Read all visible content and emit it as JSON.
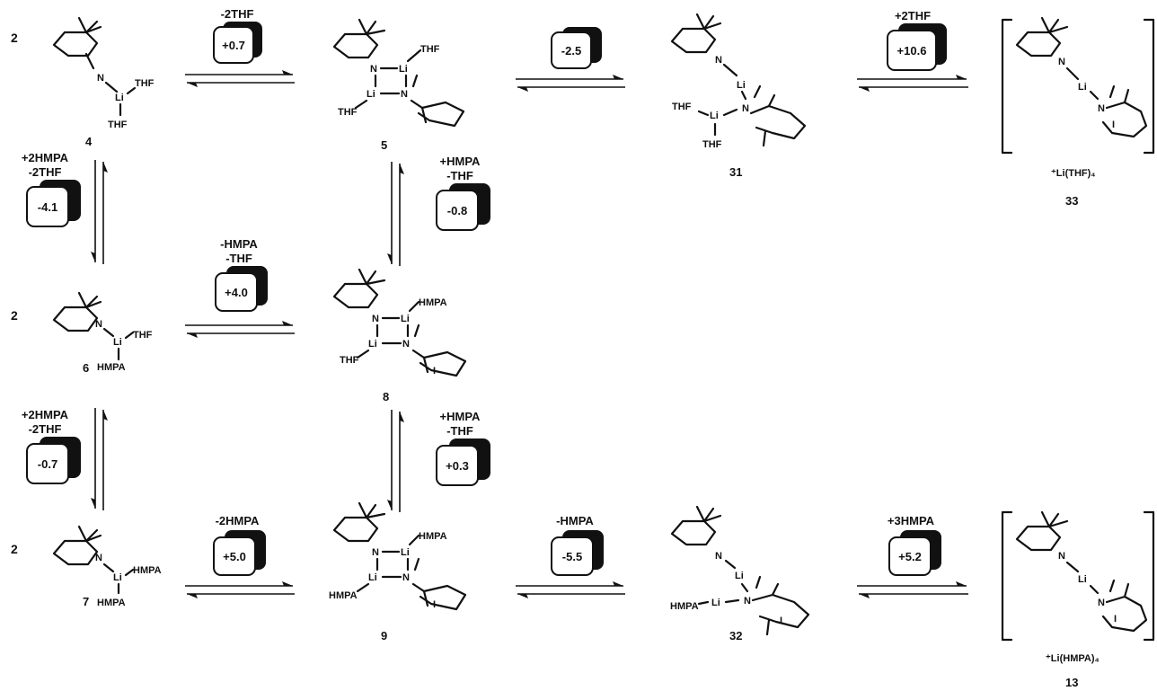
{
  "colors": {
    "ink": "#111111",
    "background": "#ffffff"
  },
  "compounds": {
    "c4": {
      "number": "4",
      "coef": "2",
      "ligand_top": "THF",
      "ligand_bottom": "THF"
    },
    "c5": {
      "number": "5",
      "ligand_top": "THF",
      "ligand_bottom": "THF"
    },
    "c31": {
      "number": "31",
      "ligand_a": "THF",
      "ligand_b": "THF"
    },
    "c33": {
      "number": "33",
      "counterion": "⁺Li(THF)₄"
    },
    "c6": {
      "number": "6",
      "coef": "2",
      "ligand_top": "THF",
      "ligand_bottom": "HMPA"
    },
    "c8": {
      "number": "8",
      "ligand_top": "HMPA",
      "ligand_bottom": "THF"
    },
    "c7": {
      "number": "7",
      "coef": "2",
      "ligand_top": "HMPA",
      "ligand_bottom": "HMPA"
    },
    "c9": {
      "number": "9",
      "ligand_top": "HMPA",
      "ligand_bottom": "HMPA"
    },
    "c32": {
      "number": "32",
      "ligand_a": "HMPA"
    },
    "c13": {
      "number": "13",
      "counterion": "⁺Li(HMPA)₄"
    }
  },
  "atoms": {
    "N": "N",
    "Li": "Li",
    "I": "I"
  },
  "equilibria": {
    "e4_5": {
      "top": "-2THF",
      "bottom": "",
      "value": "+0.7"
    },
    "e5_31": {
      "top": "",
      "bottom": "",
      "value": "-2.5"
    },
    "e31_33": {
      "top": "+2THF",
      "bottom": "",
      "value": "+10.6"
    },
    "e4_6": {
      "top": "+2HMPA",
      "bottom": "-2THF",
      "value": "-4.1"
    },
    "e5_8": {
      "top": "+HMPA",
      "bottom": "-THF",
      "value": "-0.8"
    },
    "e6_8": {
      "top": "-HMPA",
      "bottom": "-THF",
      "value": "+4.0"
    },
    "e6_7": {
      "top": "+2HMPA",
      "bottom": "-2THF",
      "value": "-0.7"
    },
    "e8_9": {
      "top": "+HMPA",
      "bottom": "-THF",
      "value": "+0.3"
    },
    "e7_9": {
      "top": "-2HMPA",
      "bottom": "",
      "value": "+5.0"
    },
    "e9_32": {
      "top": "-HMPA",
      "bottom": "",
      "value": "-5.5"
    },
    "e32_13": {
      "top": "+3HMPA",
      "bottom": "",
      "value": "+5.2"
    }
  }
}
